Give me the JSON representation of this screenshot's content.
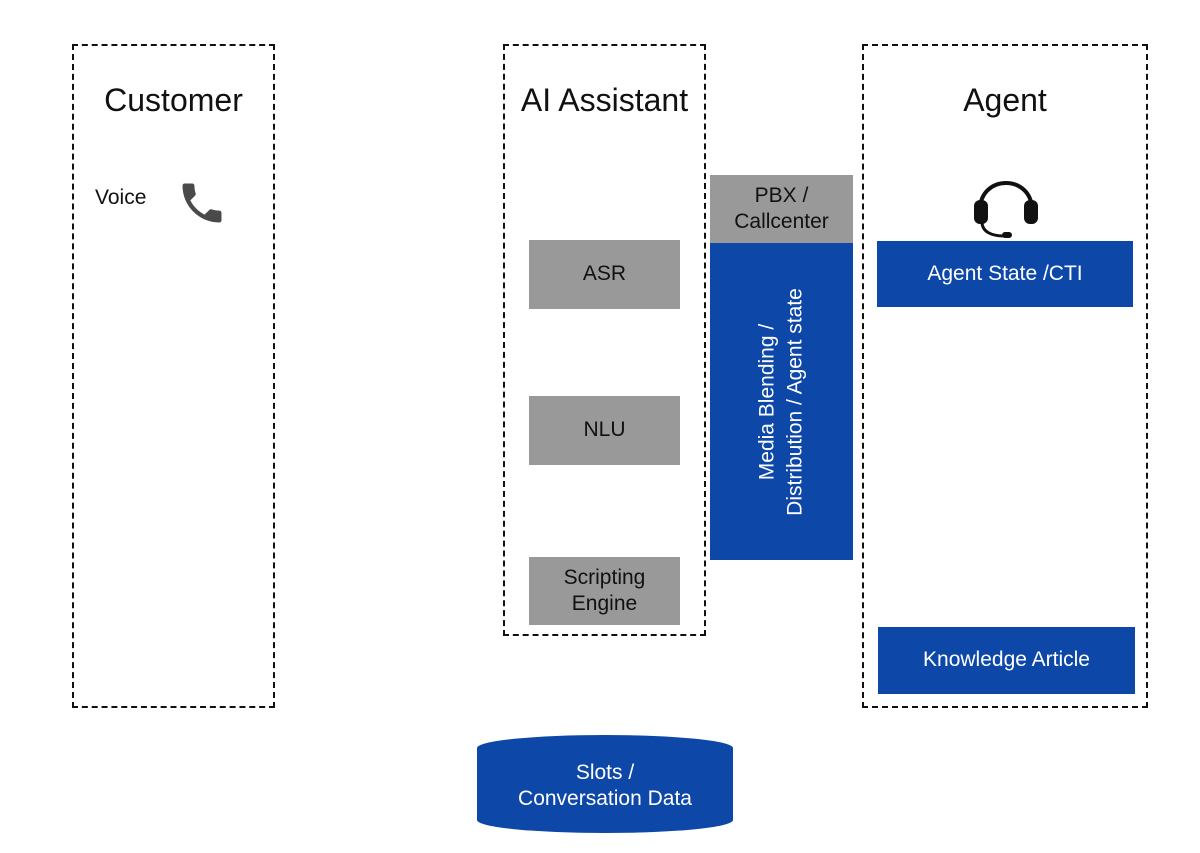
{
  "zones": {
    "customer": {
      "title": "Customer"
    },
    "ai_assistant": {
      "title": "AI Assistant"
    },
    "agent": {
      "title": "Agent"
    }
  },
  "customer": {
    "voice_label": "Voice",
    "voice_icon": "phone-icon"
  },
  "ai_assistant": {
    "asr": "ASR",
    "nlu": "NLU",
    "scripting_line1": "Scripting",
    "scripting_line2": "Engine"
  },
  "pbx": {
    "line1": "PBX /",
    "line2": "Callcenter"
  },
  "media": {
    "line1": "Media Blending /",
    "line2": "Distribution / Agent state"
  },
  "agent": {
    "headset_icon": "headset-icon",
    "state_cti": "Agent State /CTI",
    "knowledge_article": "Knowledge Article"
  },
  "slots": {
    "line1": "Slots /",
    "line2": "Conversation Data"
  },
  "colors": {
    "blue": "#0d47a8",
    "gray": "#999999",
    "icon": "#4a4a4a"
  }
}
